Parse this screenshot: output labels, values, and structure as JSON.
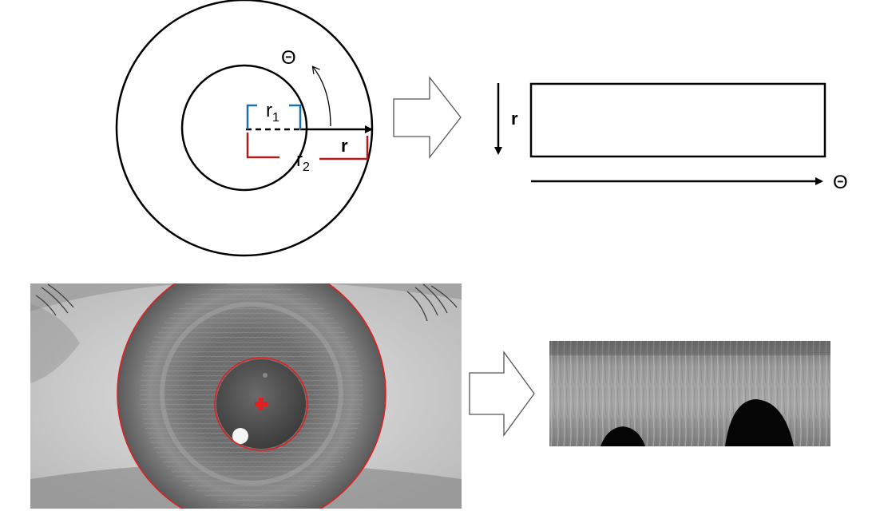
{
  "diagram": {
    "theta_label": "Θ",
    "r1_label": "r",
    "r1_sub": "1",
    "r2_label": "r",
    "r2_sub": "2",
    "r_label": "r"
  },
  "rect_panel": {
    "r_label": "r",
    "theta_label": "Θ"
  },
  "colors": {
    "r1_bracket": "#1f6fa8",
    "r2_bracket": "#b01c1c",
    "iris_overlay": "#e02020"
  }
}
